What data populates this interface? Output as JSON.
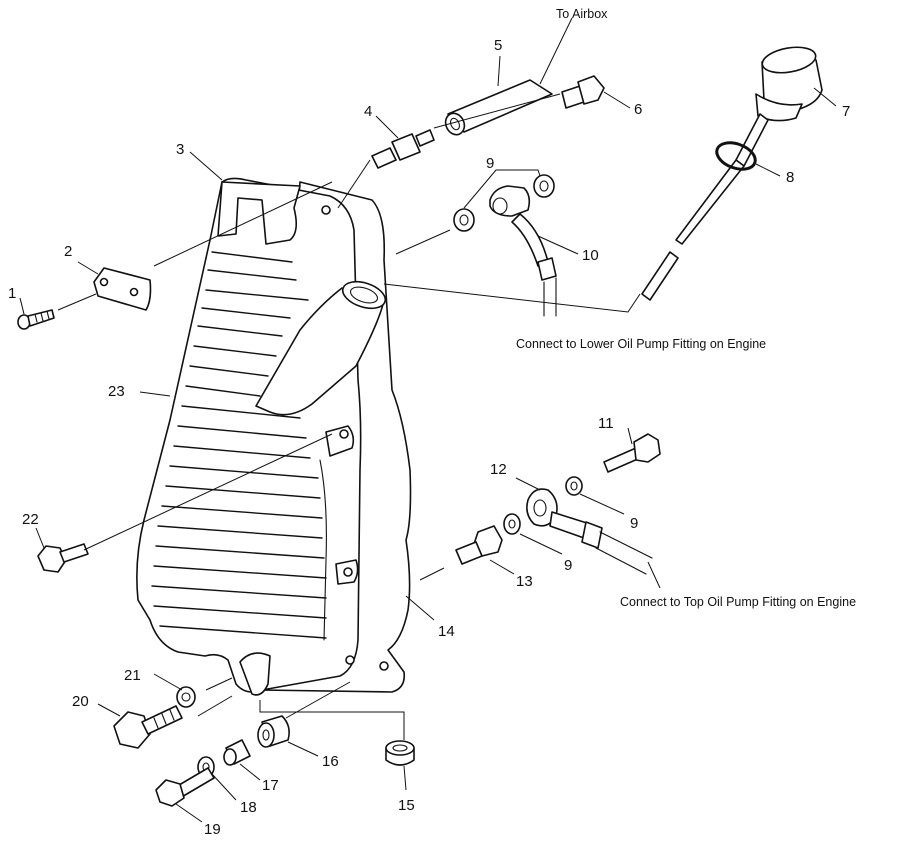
{
  "callouts": {
    "n1": "1",
    "n2": "2",
    "n3": "3",
    "n4": "4",
    "n5": "5",
    "n6": "6",
    "n7": "7",
    "n8": "8",
    "n9a": "9",
    "n9b": "9",
    "n9c": "9",
    "n10": "10",
    "n11": "11",
    "n12": "12",
    "n13": "13",
    "n14": "14",
    "n15": "15",
    "n16": "16",
    "n17": "17",
    "n18": "18",
    "n19": "19",
    "n20": "20",
    "n21": "21",
    "n22": "22",
    "n23": "23"
  },
  "notes": {
    "to_airbox": "To Airbox",
    "lower_pump": "Connect to Lower Oil Pump Fitting on Engine",
    "top_pump": "Connect to Top  Oil Pump Fitting on Engine"
  }
}
